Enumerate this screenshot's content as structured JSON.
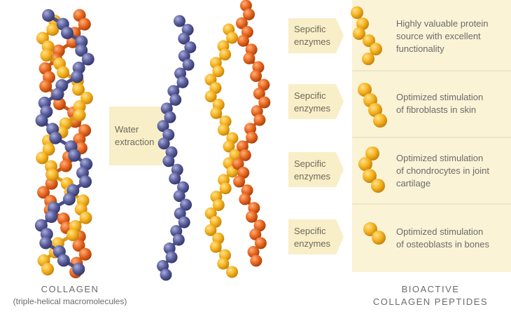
{
  "labels": {
    "water_extraction": [
      "Water",
      "extraction"
    ],
    "enzymes": [
      [
        "Sepcific",
        "enzymes"
      ],
      [
        "Sepcific",
        "enzymes"
      ],
      [
        "Sepcific",
        "enzymes"
      ],
      [
        "Sepcific",
        "enzymes"
      ]
    ]
  },
  "outcomes": [
    [
      "Highly valuable protein",
      "source with excellent",
      "functionality"
    ],
    [
      "Optimized stimulation",
      "of fibroblasts in skin"
    ],
    [
      "Optimized stimulation",
      "of chondrocytes in joint",
      "cartilage"
    ],
    [
      "Optimized stimulation",
      "of osteoblasts in bones"
    ]
  ],
  "captions": {
    "collagen_title": "COLLAGEN",
    "collagen_sub": "(triple-helical macromolecules)",
    "peptides_line1": "BIOACTIVE",
    "peptides_line2": "COLLAGEN PEPTIDES"
  },
  "colors": {
    "blue": "#5a5f9c",
    "orange": "#e8671f",
    "yellow": "#f5b220",
    "panel": "#fbf3d6",
    "arrow": "#f8eec8"
  }
}
